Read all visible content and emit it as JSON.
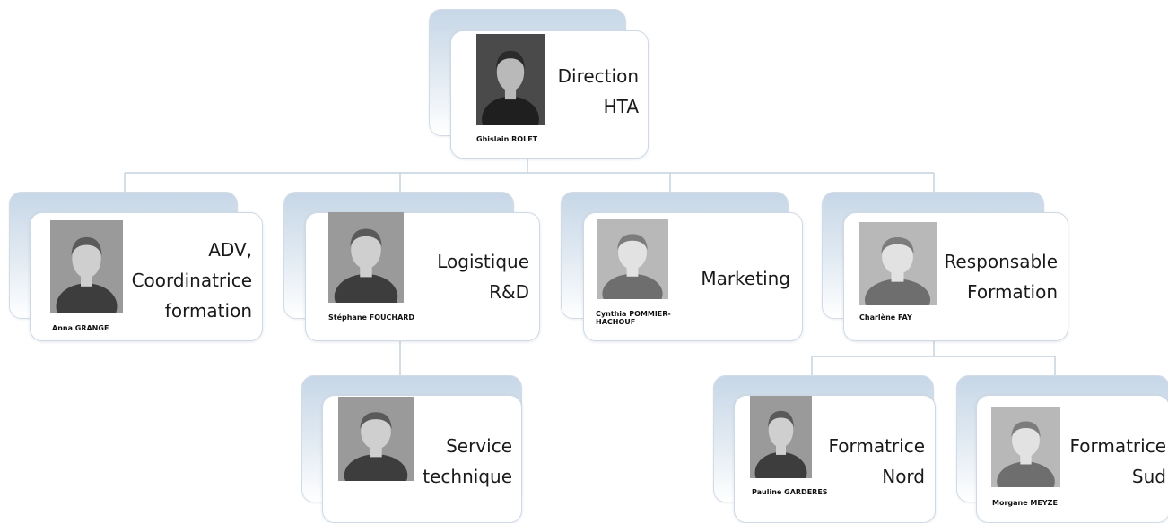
{
  "title": "",
  "colors": {
    "connector": "#c6d2de",
    "card_border": "#cfd9e5",
    "back_card_top": "#c7d7e7",
    "text": "#1a1a1a"
  },
  "nodes": [
    {
      "id": "direction",
      "role_lines": [
        "Direction",
        "HTA"
      ],
      "person": "Ghislain ROLET",
      "photo_tone": "dark",
      "children": [
        "adv",
        "logistique",
        "marketing",
        "responsable"
      ]
    },
    {
      "id": "adv",
      "role_lines": [
        "ADV,",
        "Coordinatrice",
        "formation"
      ],
      "person": "Anna GRANGE",
      "photo_tone": "mid",
      "children": []
    },
    {
      "id": "logistique",
      "role_lines": [
        "Logistique",
        "R&D"
      ],
      "person": "Stéphane FOUCHARD",
      "photo_tone": "mid",
      "children": [
        "service"
      ]
    },
    {
      "id": "marketing",
      "role_lines": [
        "Marketing"
      ],
      "person_lines": [
        "Cynthia POMMIER-",
        "HACHOUF"
      ],
      "photo_tone": "light",
      "children": []
    },
    {
      "id": "responsable",
      "role_lines": [
        "Responsable",
        "Formation"
      ],
      "person": "Charlène FAY",
      "photo_tone": "light",
      "children": [
        "nord",
        "sud"
      ]
    },
    {
      "id": "service",
      "role_lines": [
        "Service",
        "technique"
      ],
      "person": "",
      "photo_tone": "mid",
      "children": []
    },
    {
      "id": "nord",
      "role_lines": [
        "Formatrice",
        "Nord"
      ],
      "person": "Pauline GARDERES",
      "photo_tone": "mid",
      "children": []
    },
    {
      "id": "sud",
      "role_lines": [
        "Formatrice",
        "Sud"
      ],
      "person": "Morgane MEYZE",
      "photo_tone": "light",
      "children": []
    }
  ]
}
